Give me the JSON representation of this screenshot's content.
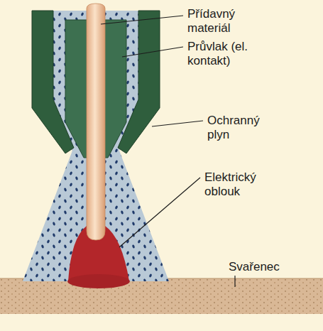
{
  "diagram": {
    "labels": [
      "Přídavný materiál",
      "Průvlak (el. kontakt)",
      "Ochranný plyn",
      "Elektrický oblouk",
      "Svařenec"
    ]
  }
}
